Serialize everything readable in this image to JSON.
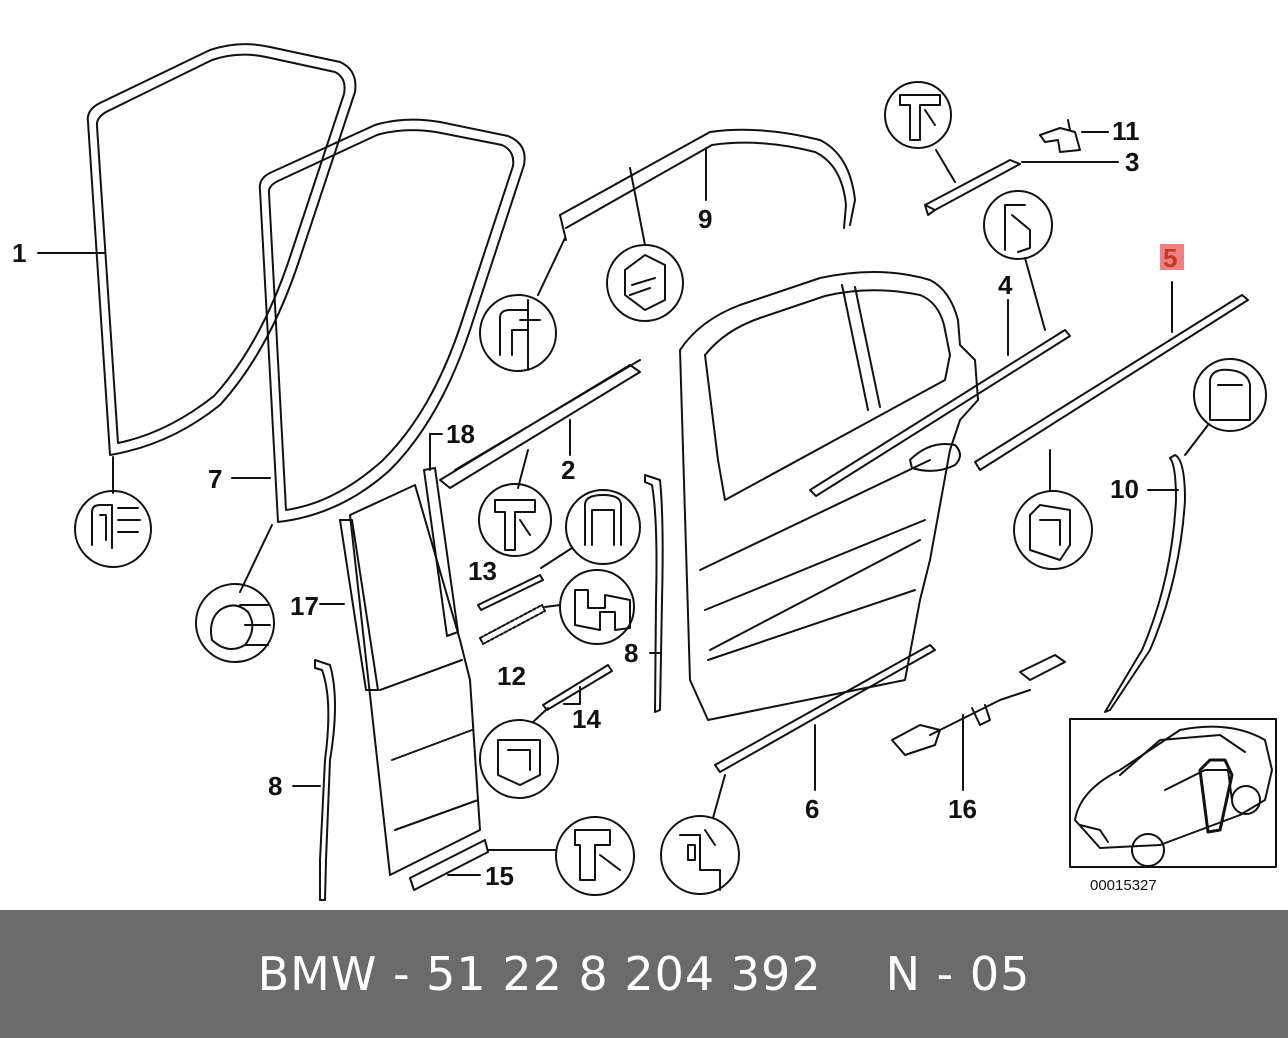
{
  "callouts": {
    "c1": "1",
    "c2": "2",
    "c3": "3",
    "c4": "4",
    "c5": "5",
    "c6": "6",
    "c7": "7",
    "c8a": "8",
    "c8b": "8",
    "c9": "9",
    "c10": "10",
    "c11": "11",
    "c12": "12",
    "c13": "13",
    "c14": "14",
    "c15": "15",
    "c16": "16",
    "c17": "17",
    "c18": "18"
  },
  "highlighted_callout": "5",
  "highlight_color": "#f08080",
  "inset_code": "00015327",
  "footer": {
    "part_label": "BMW - 51 22 8 204 392",
    "position_label": "N - 05"
  }
}
